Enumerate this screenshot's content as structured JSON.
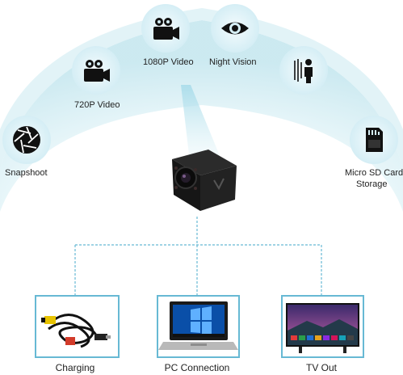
{
  "features": {
    "snapshot": "Snapshoot",
    "video720": "720P Video",
    "video1080": "1080P Video",
    "night_vision": "Night Vision",
    "sd_card_line1": "Micro SD Card",
    "sd_card_line2": "Storage"
  },
  "connections": {
    "charging": "Charging",
    "pc": "PC Connection",
    "tv": "TV Out"
  },
  "colors": {
    "arc": "#cbe9f0",
    "accent": "#67b9d4",
    "icon": "#111111"
  }
}
